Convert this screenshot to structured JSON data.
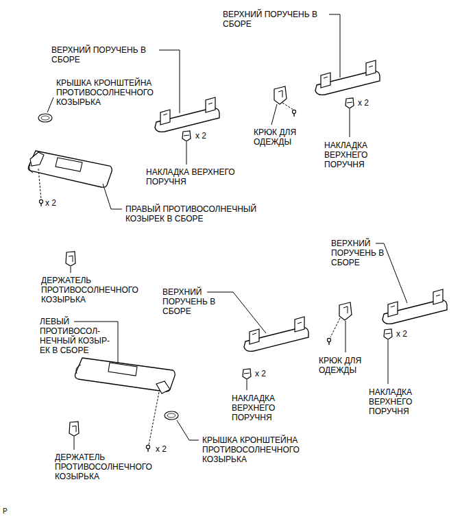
{
  "diagram": {
    "labels": [
      "ВЕРХНИЙ ПОРУЧЕНЬ В СБОРЕ",
      "КРЫШКА КРОНШТЕЙНА ПРОТИВОСОЛНЕЧНОГО КОЗЫРЬКА",
      "x 2",
      "НАКЛАДКА ВЕРХНЕГО ПОРУЧНЯ",
      "x 2",
      "ПРАВЫЙ ПРОТИВОСОЛНЕЧНЫЙ КОЗЫРЕК В СБОРЕ",
      "ВЕРХНИЙ ПОРУЧЕНЬ В СБОРЕ",
      "КРЮК ДЛЯ ОДЕЖДЫ",
      "x 2",
      "НАКЛАДКА ВЕРХНЕГО ПОРУЧНЯ",
      "ВЕРХНИЙ ПОРУЧЕНЬ В СБОРЕ",
      "ДЕРЖАТЕЛЬ ПРОТИВОСОЛНЕЧНОГО КОЗЫРЬКА",
      "ЛЕВЫЙ ПРОТИВОСОЛ- НЕЧНЫЙ КОЗЫР- ЕК В СБОРЕ",
      "ВЕРХНИЙ ПОРУЧЕНЬ В СБОРЕ",
      "x 2",
      "x 2",
      "НАКЛАДКА ВЕРХНЕГО ПОРУЧНЯ",
      "КРЮК ДЛЯ ОДЕЖДЫ",
      "x 2",
      "НАКЛАДКА ВЕРХНЕГО ПОРУЧНЯ",
      "ДЕРЖАТЕЛЬ ПРОТИВОСОЛНЕЧНОГО КОЗЫРЬКА",
      "КРЫШКА КРОНШТЕЙНА ПРОТИВОСОЛНЕЧНОГО КОЗЫРЬКА",
      "P"
    ]
  }
}
